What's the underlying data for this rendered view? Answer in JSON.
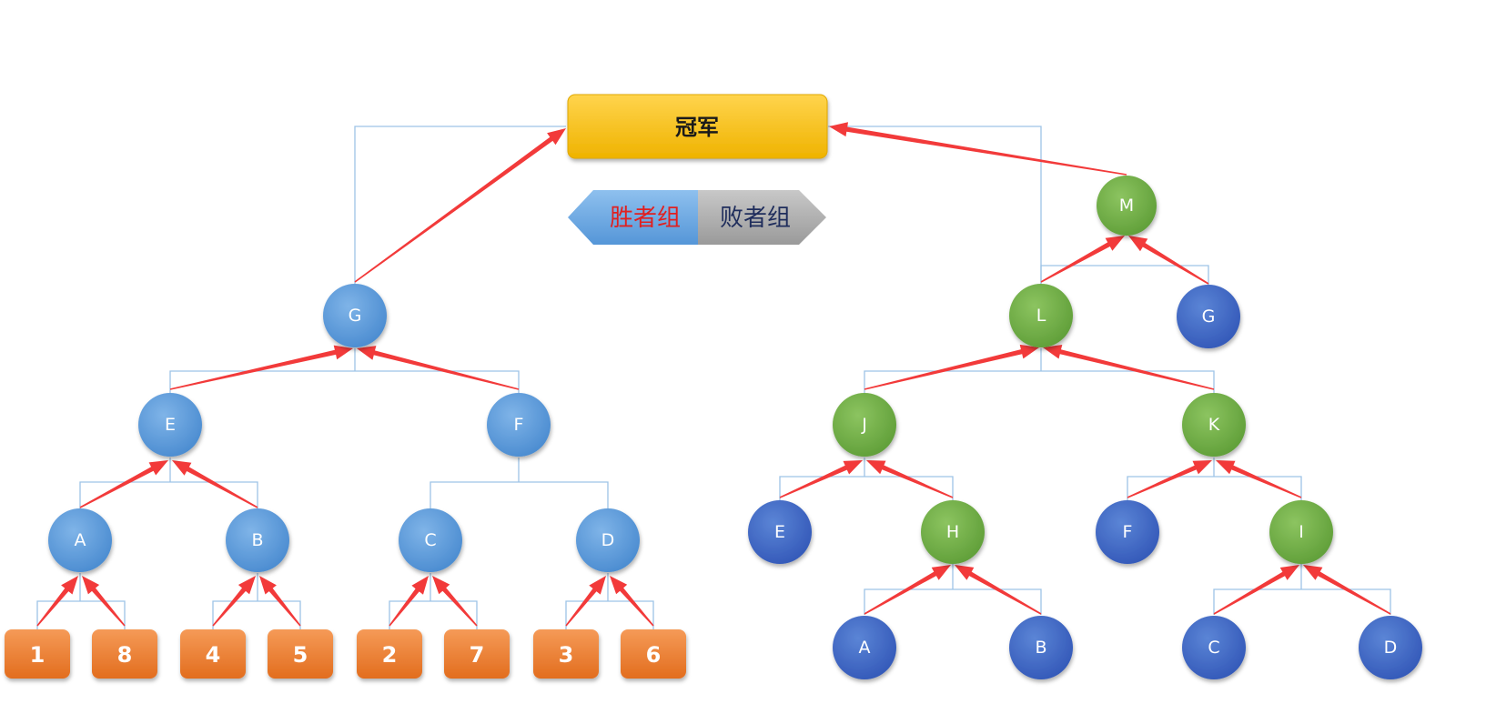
{
  "champion": {
    "label": "冠军"
  },
  "legend": {
    "winners": {
      "label": "胜者组",
      "color": "#e02020"
    },
    "losers": {
      "label": "败者组",
      "color": "#1f2d5c"
    }
  },
  "colors": {
    "winner_node": "#5b9bd5",
    "loser_green": "#70ad47",
    "loser_blue": "#4472c4",
    "leaf": "#ed7d31",
    "arrow": "#f23a3a",
    "connector": "#9dc3e6",
    "champion_top": "#ffd44d",
    "champion_bottom": "#f0b400"
  },
  "winners_bracket": {
    "leaves": [
      "1",
      "8",
      "4",
      "5",
      "2",
      "7",
      "3",
      "6"
    ],
    "round1": [
      "A",
      "B",
      "C",
      "D"
    ],
    "round2": [
      "E",
      "F"
    ],
    "winner": "G"
  },
  "losers_bracket": {
    "round1_winners": [
      "H",
      "I"
    ],
    "round1_entrants": [
      "A",
      "B",
      "C",
      "D"
    ],
    "round2_byes": [
      "E",
      "F"
    ],
    "round2": [
      "J",
      "K"
    ],
    "round3": "L",
    "winners_final_loser": "G",
    "final": "M"
  }
}
